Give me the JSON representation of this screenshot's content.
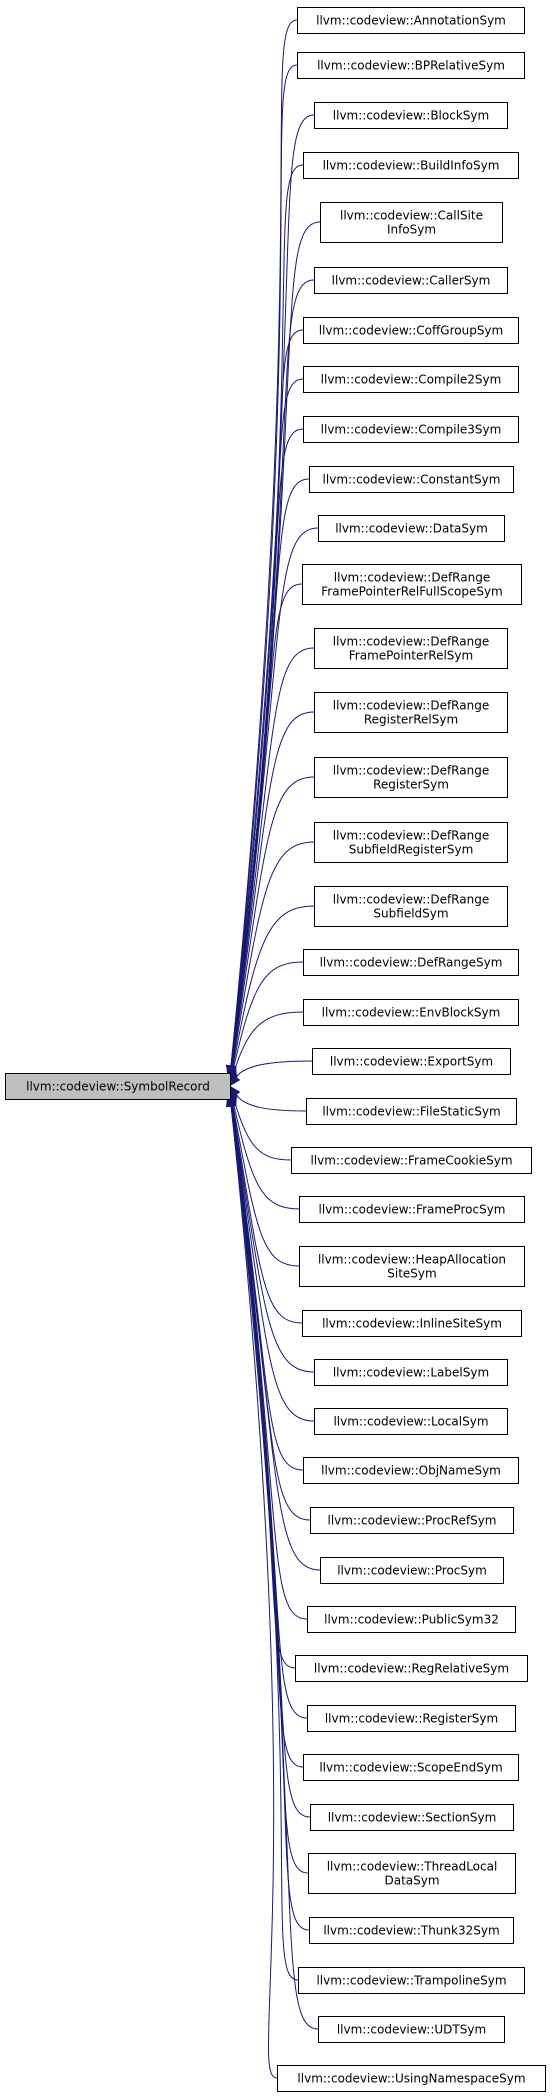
{
  "diagram": {
    "colors": {
      "edge": "#191970",
      "root_fill": "#bfbfbf",
      "node_fill": "#ffffff",
      "border": "#000000"
    },
    "root": {
      "label": "llvm::codeview::SymbolRecord"
    },
    "children": [
      {
        "label": [
          "llvm::codeview::AnnotationSym"
        ]
      },
      {
        "label": [
          "llvm::codeview::BPRelativeSym"
        ]
      },
      {
        "label": [
          "llvm::codeview::BlockSym"
        ]
      },
      {
        "label": [
          "llvm::codeview::BuildInfoSym"
        ]
      },
      {
        "label": [
          "llvm::codeview::CallSite",
          "InfoSym"
        ]
      },
      {
        "label": [
          "llvm::codeview::CallerSym"
        ]
      },
      {
        "label": [
          "llvm::codeview::CoffGroupSym"
        ]
      },
      {
        "label": [
          "llvm::codeview::Compile2Sym"
        ]
      },
      {
        "label": [
          "llvm::codeview::Compile3Sym"
        ]
      },
      {
        "label": [
          "llvm::codeview::ConstantSym"
        ]
      },
      {
        "label": [
          "llvm::codeview::DataSym"
        ]
      },
      {
        "label": [
          "llvm::codeview::DefRange",
          "FramePointerRelFullScopeSym"
        ]
      },
      {
        "label": [
          "llvm::codeview::DefRange",
          "FramePointerRelSym"
        ]
      },
      {
        "label": [
          "llvm::codeview::DefRange",
          "RegisterRelSym"
        ]
      },
      {
        "label": [
          "llvm::codeview::DefRange",
          "RegisterSym"
        ]
      },
      {
        "label": [
          "llvm::codeview::DefRange",
          "SubfieldRegisterSym"
        ]
      },
      {
        "label": [
          "llvm::codeview::DefRange",
          "SubfieldSym"
        ]
      },
      {
        "label": [
          "llvm::codeview::DefRangeSym"
        ]
      },
      {
        "label": [
          "llvm::codeview::EnvBlockSym"
        ]
      },
      {
        "label": [
          "llvm::codeview::ExportSym"
        ]
      },
      {
        "label": [
          "llvm::codeview::FileStaticSym"
        ]
      },
      {
        "label": [
          "llvm::codeview::FrameCookieSym"
        ]
      },
      {
        "label": [
          "llvm::codeview::FrameProcSym"
        ]
      },
      {
        "label": [
          "llvm::codeview::HeapAllocation",
          "SiteSym"
        ]
      },
      {
        "label": [
          "llvm::codeview::InlineSiteSym"
        ]
      },
      {
        "label": [
          "llvm::codeview::LabelSym"
        ]
      },
      {
        "label": [
          "llvm::codeview::LocalSym"
        ]
      },
      {
        "label": [
          "llvm::codeview::ObjNameSym"
        ]
      },
      {
        "label": [
          "llvm::codeview::ProcRefSym"
        ]
      },
      {
        "label": [
          "llvm::codeview::ProcSym"
        ]
      },
      {
        "label": [
          "llvm::codeview::PublicSym32"
        ]
      },
      {
        "label": [
          "llvm::codeview::RegRelativeSym"
        ]
      },
      {
        "label": [
          "llvm::codeview::RegisterSym"
        ]
      },
      {
        "label": [
          "llvm::codeview::ScopeEndSym"
        ]
      },
      {
        "label": [
          "llvm::codeview::SectionSym"
        ]
      },
      {
        "label": [
          "llvm::codeview::ThreadLocal",
          "DataSym"
        ]
      },
      {
        "label": [
          "llvm::codeview::Thunk32Sym"
        ]
      },
      {
        "label": [
          "llvm::codeview::TrampolineSym"
        ]
      },
      {
        "label": [
          "llvm::codeview::UDTSym"
        ]
      },
      {
        "label": [
          "llvm::codeview::UsingNamespaceSym"
        ]
      }
    ]
  }
}
